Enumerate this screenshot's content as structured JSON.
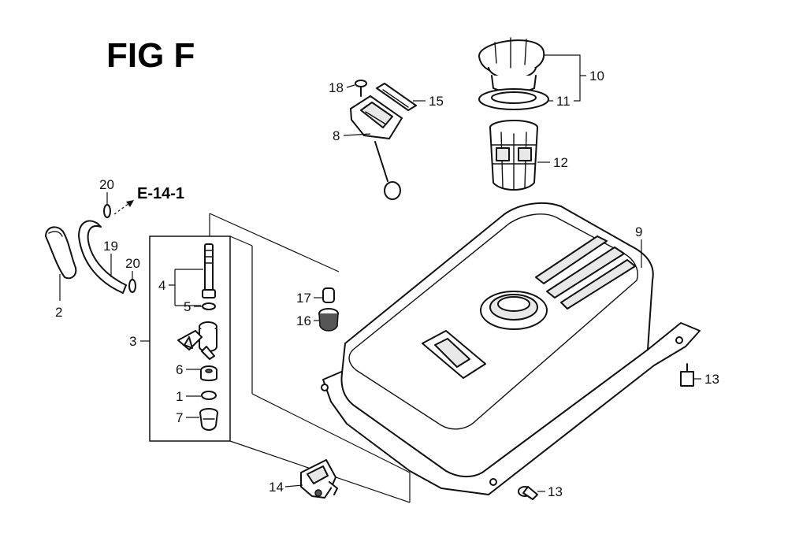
{
  "figure": {
    "title": "FIG F",
    "reference_label": "E-14-1"
  },
  "callouts": {
    "c1": "1",
    "c2": "2",
    "c3": "3",
    "c4": "4",
    "c5": "5",
    "c6": "6",
    "c7": "7",
    "c8": "8",
    "c9": "9",
    "c10": "10",
    "c11": "11",
    "c12": "12",
    "c13a": "13",
    "c13b": "13",
    "c14": "14",
    "c15": "15",
    "c16": "16",
    "c17": "17",
    "c18": "18",
    "c19": "19",
    "c20a": "20",
    "c20b": "20"
  }
}
